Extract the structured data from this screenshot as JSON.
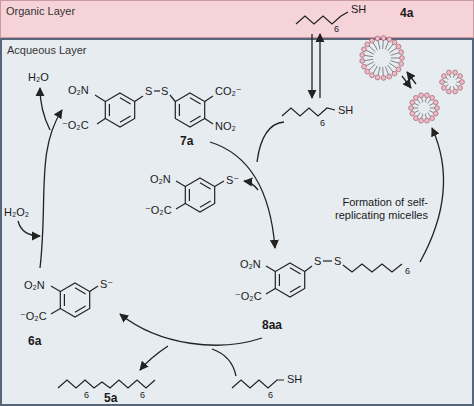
{
  "diagram": {
    "nodes": [
      {
        "text": [
          "Organic Layer"
        ]
      },
      {
        "text": [
          "Acqueous Layer"
        ]
      }
    ],
    "labels": [
      "SH",
      "6",
      "4a",
      "O₂N",
      "⁻O₂C",
      "S",
      "S",
      "CO₂⁻",
      "NO₂",
      "7a",
      "H₂O",
      "H₂O₂",
      "SH",
      "6",
      "O₂N",
      "S⁻",
      "⁻O₂C",
      "Formation of self-replicating micelles",
      "O₂N",
      "S",
      "S",
      "6",
      "⁻O₂C",
      "8aa",
      "O₂N",
      "S⁻",
      "⁻O₂C",
      "6a",
      "SH",
      "6",
      "6",
      "6",
      "5a"
    ]
  }
}
